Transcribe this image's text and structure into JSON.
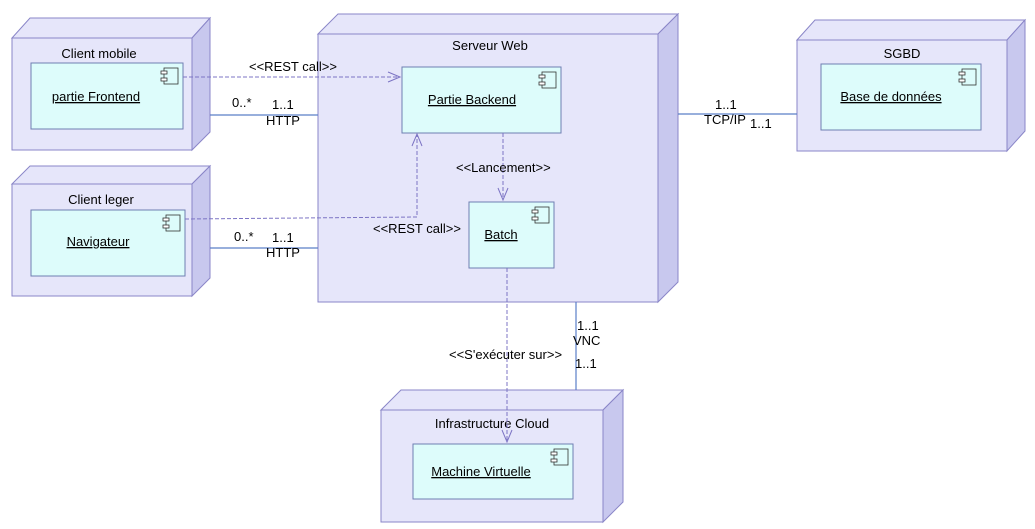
{
  "colors": {
    "node_fill": "#e6e6fa",
    "node_side": "#c8c8ee",
    "node_stroke": "#8a86c8",
    "component_fill": "#ddfcfb",
    "component_stroke": "#6f7fb2",
    "connector_line": "#5a7fc8",
    "dependency_line": "#7c74c4"
  },
  "nodes": {
    "client_mobile": "Client mobile",
    "client_leger": "Client leger",
    "serveur_web": "Serveur Web",
    "sgbd": "SGBD",
    "infrastructure_cloud": "Infrastructure Cloud"
  },
  "components": {
    "partie_frontend": "partie Frontend",
    "navigateur": "Navigateur",
    "partie_backend": "Partie Backend",
    "batch": "Batch",
    "base_de_donnees": "Base de données",
    "machine_virtuelle": "Machine Virtuelle"
  },
  "connectors": {
    "mobile_web": {
      "mult_client": "0..*",
      "mult_server": "1..1",
      "protocol": "HTTP"
    },
    "leger_web": {
      "mult_client": "0..*",
      "mult_server": "1..1",
      "protocol": "HTTP"
    },
    "web_sgbd": {
      "mult_web": "1..1",
      "mult_sgbd": "1..1",
      "protocol": "TCP/IP"
    },
    "web_cloud": {
      "mult_web": "1..1",
      "mult_cloud": "1..1",
      "protocol": "VNC"
    }
  },
  "dependencies": {
    "rest_call_mobile": "<<REST call>>",
    "rest_call_leger": "<<REST call>>",
    "lancement": "<<Lancement>>",
    "executer_sur": "<<S'exécuter sur>>"
  }
}
